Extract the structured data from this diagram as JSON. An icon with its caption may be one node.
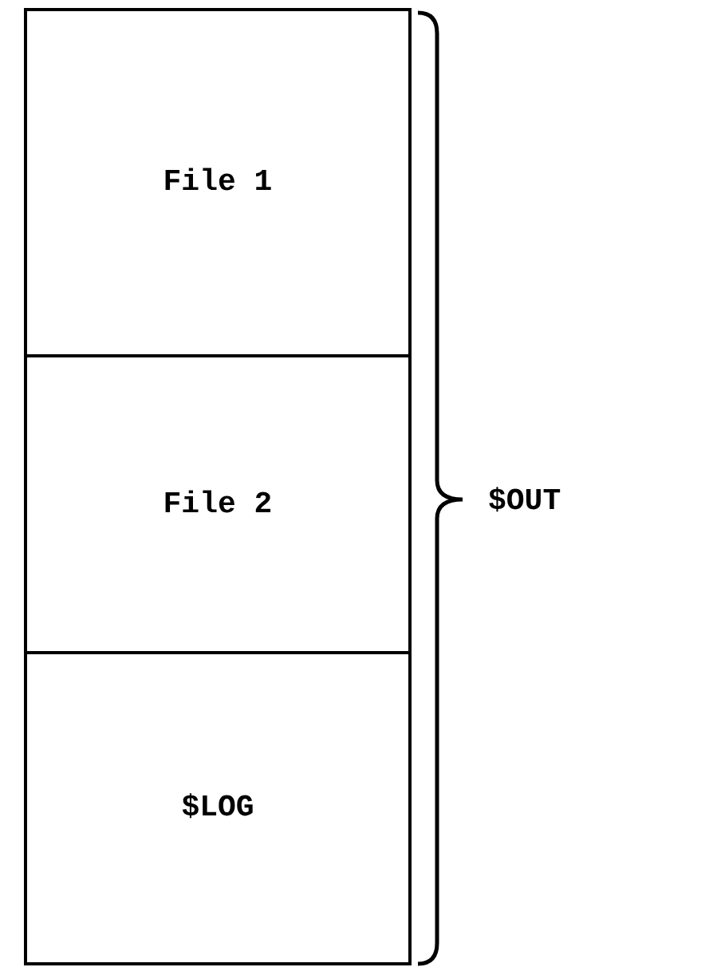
{
  "diagram": {
    "nodes": [
      {
        "text": [
          "File 1"
        ]
      },
      {
        "text": [
          "File 2"
        ]
      },
      {
        "text": [
          "$LOG"
        ]
      }
    ],
    "labels": [
      "$OUT"
    ]
  }
}
